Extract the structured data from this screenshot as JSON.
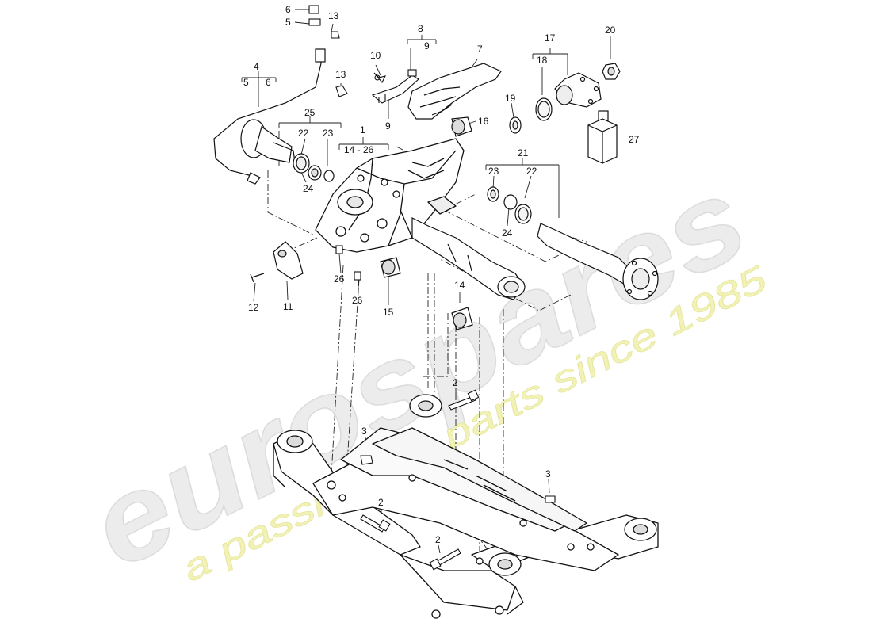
{
  "watermark": {
    "brand": "eurospares",
    "tagline": "a passion for parts since 1985",
    "brand_color": "#e6e6e6",
    "tagline_color": "#f3f3b8"
  },
  "callouts": {
    "c1": "1",
    "c14_26": "14 - 26",
    "c2a": "2",
    "c2b": "2",
    "c2c": "2",
    "c3a": "3",
    "c3b": "3",
    "c4": "4",
    "c5a": "5",
    "c6a": "6",
    "c5b": "5",
    "c6b": "6",
    "c7": "7",
    "c8": "8",
    "c9a": "9",
    "c9b": "9",
    "c10": "10",
    "c11": "11",
    "c12": "12",
    "c13a": "13",
    "c13b": "13",
    "c14": "14",
    "c15": "15",
    "c16": "16",
    "c17": "17",
    "c18": "18",
    "c19": "19",
    "c20": "20",
    "c21": "21",
    "c22a": "22",
    "c22b": "22",
    "c23a": "23",
    "c23b": "23",
    "c24a": "24",
    "c24b": "24",
    "c25": "25",
    "c26a": "26",
    "c26b": "26",
    "c27": "27"
  }
}
